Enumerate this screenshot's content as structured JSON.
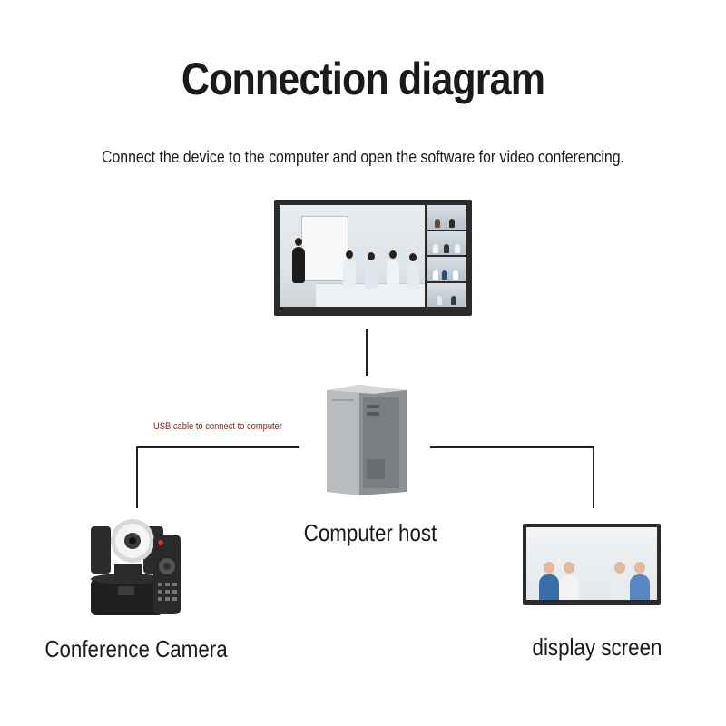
{
  "title": "Connection diagram",
  "subtitle": "Connect the device to the computer and open the software for video conferencing.",
  "labels": {
    "usb": "USB cable to connect to computer",
    "computer": "Computer host",
    "camera": "Conference Camera",
    "display": "display screen"
  },
  "icons": {
    "conference_monitor": "conference-monitor-icon",
    "computer_tower": "computer-tower-icon",
    "camera": "ptz-camera-icon",
    "remote": "remote-control-icon",
    "display": "display-screen-icon"
  },
  "colors": {
    "usb_label": "#8b1c1c",
    "connector": "#222222"
  }
}
